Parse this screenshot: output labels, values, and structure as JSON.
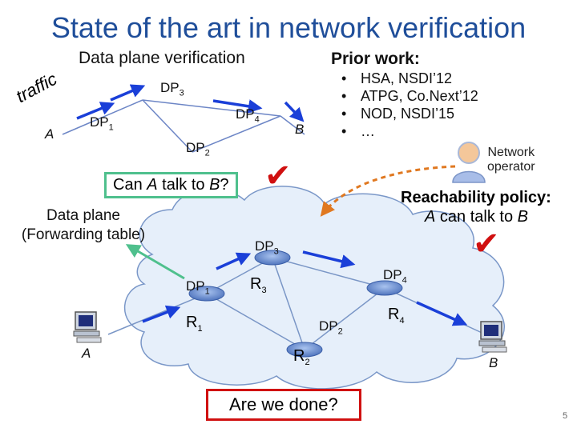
{
  "title": "State of the art in network verification",
  "data_plane_section": {
    "heading": "Data plane verification",
    "traffic_label": "traffic",
    "node_a": "A",
    "node_b": "B",
    "dp1": {
      "base": "DP",
      "sub": "1"
    },
    "dp2": {
      "base": "DP",
      "sub": "2"
    },
    "dp3": {
      "base": "DP",
      "sub": "3"
    },
    "dp4": {
      "base": "DP",
      "sub": "4"
    },
    "question": {
      "pre": "Can ",
      "a": "A",
      "mid": " talk to ",
      "b": "B",
      "post": "?"
    }
  },
  "prior_work": {
    "heading": "Prior work:",
    "items": [
      "HSA, NSDI’12",
      "ATPG, Co.Next’12",
      "NOD, NSDI’15",
      "…"
    ]
  },
  "operator": {
    "line1": "Network",
    "line2": "operator"
  },
  "reachability": {
    "heading": "Reachability policy:",
    "a": "A",
    "mid": " can talk to ",
    "b": "B"
  },
  "data_plane_label": {
    "line1": "Data plane",
    "line2": "(Forwarding table)"
  },
  "network": {
    "dp1": {
      "base": "DP",
      "sub": "1"
    },
    "dp2": {
      "base": "DP",
      "sub": "2"
    },
    "dp3": {
      "base": "DP",
      "sub": "3"
    },
    "dp4": {
      "base": "DP",
      "sub": "4"
    },
    "r1": {
      "base": "R",
      "sub": "1"
    },
    "r2": {
      "base": "R",
      "sub": "2"
    },
    "r3": {
      "base": "R",
      "sub": "3"
    },
    "r4": {
      "base": "R",
      "sub": "4"
    },
    "host_a": "A",
    "host_b": "B"
  },
  "done_question": "Are we done?",
  "checkmark": "✔",
  "page_number": "5",
  "colors": {
    "title": "#1f4e9a",
    "arrow": "#1a3fd8",
    "router": "#6b8fd0",
    "check": "#d01010",
    "green_box": "#4fc08d",
    "dashed": "#e07820",
    "cloud": "#e6effa"
  },
  "icons": [
    "user-icon",
    "computer-icon",
    "checkmark-icon"
  ]
}
